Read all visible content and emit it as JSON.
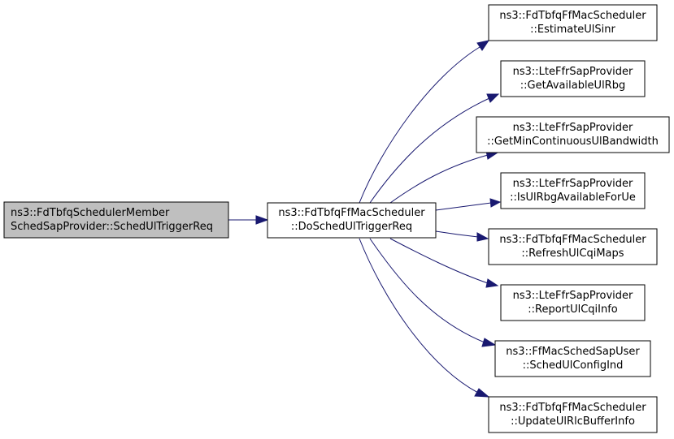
{
  "colors": {
    "edge": "#191970",
    "root_fill": "#bfbfbf",
    "node_fill": "#ffffff",
    "border": "#000000"
  },
  "nodes": {
    "root": {
      "line1": "ns3::FdTbfqSchedulerMember",
      "line2": "SchedSapProvider::SchedUlTriggerReq"
    },
    "center": {
      "line1": "ns3::FdTbfqFfMacScheduler",
      "line2": "::DoSchedUlTriggerReq"
    },
    "callees": [
      {
        "id": "estimate-ul-sinr",
        "line1": "ns3::FdTbfqFfMacScheduler",
        "line2": "::EstimateUlSinr"
      },
      {
        "id": "get-available-ul-rbg",
        "line1": "ns3::LteFfrSapProvider",
        "line2": "::GetAvailableUlRbg"
      },
      {
        "id": "get-min-continuous-ul-bandwidth",
        "line1": "ns3::LteFfrSapProvider",
        "line2": "::GetMinContinuousUlBandwidth"
      },
      {
        "id": "is-ul-rbg-available-for-ue",
        "line1": "ns3::LteFfrSapProvider",
        "line2": "::IsUlRbgAvailableForUe"
      },
      {
        "id": "refresh-ul-cqi-maps",
        "line1": "ns3::FdTbfqFfMacScheduler",
        "line2": "::RefreshUlCqiMaps"
      },
      {
        "id": "report-ul-cqi-info",
        "line1": "ns3::LteFfrSapProvider",
        "line2": "::ReportUlCqiInfo"
      },
      {
        "id": "sched-ul-config-ind",
        "line1": "ns3::FfMacSchedSapUser",
        "line2": "::SchedUlConfigInd"
      },
      {
        "id": "update-ul-rlc-buffer-info",
        "line1": "ns3::FdTbfqFfMacScheduler",
        "line2": "::UpdateUlRlcBufferInfo"
      }
    ]
  }
}
